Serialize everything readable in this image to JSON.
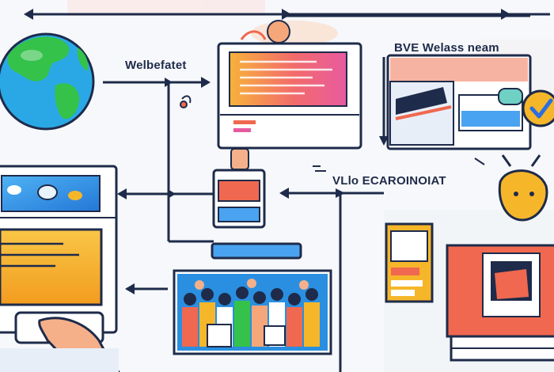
{
  "labels": {
    "top_left": "Welbefatet",
    "top_right": "BVE Welass neam",
    "middle": "VLlo ECAROINOIAT"
  },
  "colors": {
    "navy": "#1e2b4a",
    "ocean": "#2aa8e6",
    "land": "#34c24a",
    "orange": "#f5a623",
    "coral": "#f0684f",
    "sky": "#4aa3f0",
    "yellow": "#f6b62a",
    "background": "#f7f8fb"
  }
}
